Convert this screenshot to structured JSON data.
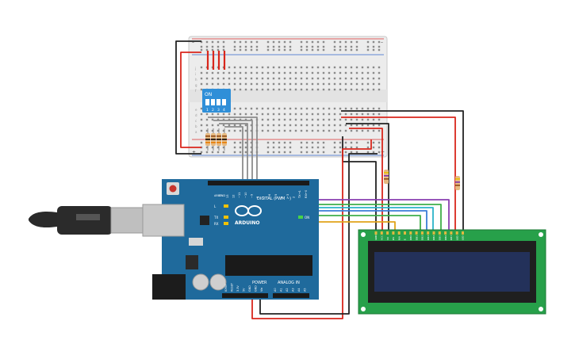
{
  "arduino": {
    "brand": "ARDUINO",
    "digital_label": "DIGITAL (PWM ~)",
    "power_label": "POWER",
    "analog_label": "ANALOG IN",
    "aref": "AREF",
    "gnd": "GND",
    "pin_labels_top": [
      "13",
      "12",
      "~11",
      "~10",
      "~9",
      "8",
      "7",
      "~6",
      "~5",
      "4",
      "~3",
      "2",
      "TX→1",
      "RX←0"
    ],
    "led_labels": [
      "L",
      "TX",
      "RX"
    ],
    "on_label": "ON",
    "power_pins": [
      "IOREF",
      "RESET",
      "3.3V",
      "5V",
      "GND",
      "GND",
      "Vin"
    ],
    "analog_pins": [
      "A0",
      "A1",
      "A2",
      "A3",
      "A4",
      "A5"
    ]
  },
  "dip_switch": {
    "on_label": "ON",
    "numbers": [
      "1",
      "2",
      "3",
      "4"
    ]
  },
  "breadboard": {
    "row_letters_top": [
      "j",
      "i",
      "h",
      "g",
      "f"
    ],
    "row_letters_bottom": [
      "e",
      "d",
      "c",
      "b",
      "a"
    ],
    "rail_minus": "–",
    "rail_plus": "+"
  },
  "lcd": {
    "pin_labels": [
      "GND",
      "VCC",
      "V0",
      "RS",
      "RW",
      "E",
      "DB0",
      "DB1",
      "DB2",
      "DB3",
      "DB4",
      "DB5",
      "DB6",
      "DB7",
      "LED",
      "LED"
    ]
  },
  "colors": {
    "arduino_board": "#1f6a9c",
    "lcd_board": "#27a04a",
    "lcd_screen": "#23315a",
    "wire_red": "#d9261c",
    "wire_black": "#222222",
    "wire_gray": "#8c8c8c",
    "wire_green": "#3fae49",
    "wire_blue": "#3b7dd8",
    "wire_cyan": "#2bb3c9",
    "wire_yellow": "#e0a31a",
    "wire_purple": "#8a3fb0",
    "dip_body": "#2f8fd8"
  }
}
